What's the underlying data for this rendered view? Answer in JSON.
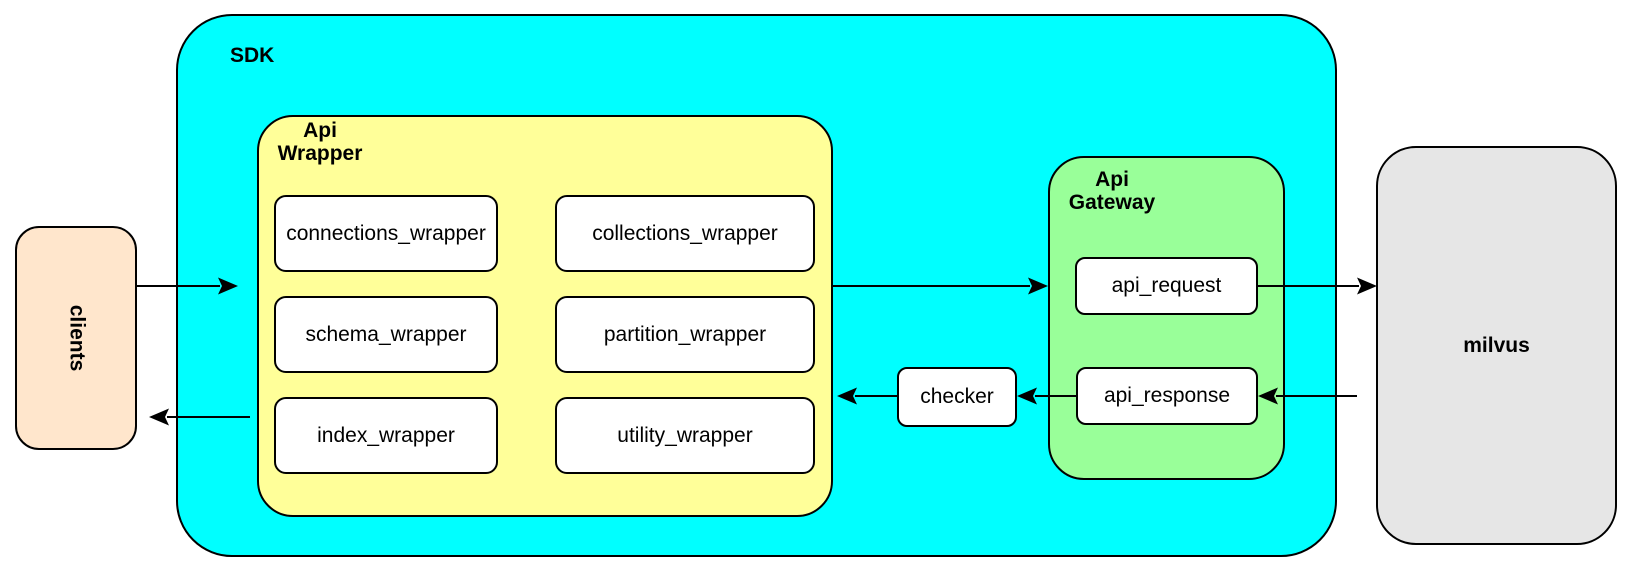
{
  "containers": {
    "sdk": {
      "label": "SDK"
    },
    "api_wrapper": {
      "label": "Api Wrapper"
    },
    "api_gateway": {
      "label": "Api Gateway"
    }
  },
  "nodes": {
    "clients": {
      "label": "clients"
    },
    "milvus": {
      "label": "milvus"
    },
    "checker": {
      "label": "checker"
    },
    "api_request": {
      "label": "api_request"
    },
    "api_response": {
      "label": "api_response"
    }
  },
  "wrapper_nodes": [
    {
      "label": "connections_wrapper"
    },
    {
      "label": "collections_wrapper"
    },
    {
      "label": "schema_wrapper"
    },
    {
      "label": "partition_wrapper"
    },
    {
      "label": "index_wrapper"
    },
    {
      "label": "utility_wrapper"
    }
  ],
  "arrows": [
    {
      "from": "clients",
      "to": "sdk"
    },
    {
      "from": "api_wrapper",
      "to": "api_gateway"
    },
    {
      "from": "api_request",
      "to": "milvus"
    },
    {
      "from": "milvus",
      "to": "api_response"
    },
    {
      "from": "api_response",
      "to": "checker"
    },
    {
      "from": "checker",
      "to": "api_wrapper"
    },
    {
      "from": "sdk",
      "to": "clients"
    }
  ],
  "colors": {
    "sdk_fill": "#00FFFF",
    "api_wrapper_fill": "#FFFF99",
    "api_gateway_fill": "#99FF99",
    "clients_fill": "#FFE6CC",
    "milvus_fill": "#E6E6E6",
    "node_fill": "#FFFFFF",
    "border": "#000000",
    "arrow": "#000000"
  }
}
